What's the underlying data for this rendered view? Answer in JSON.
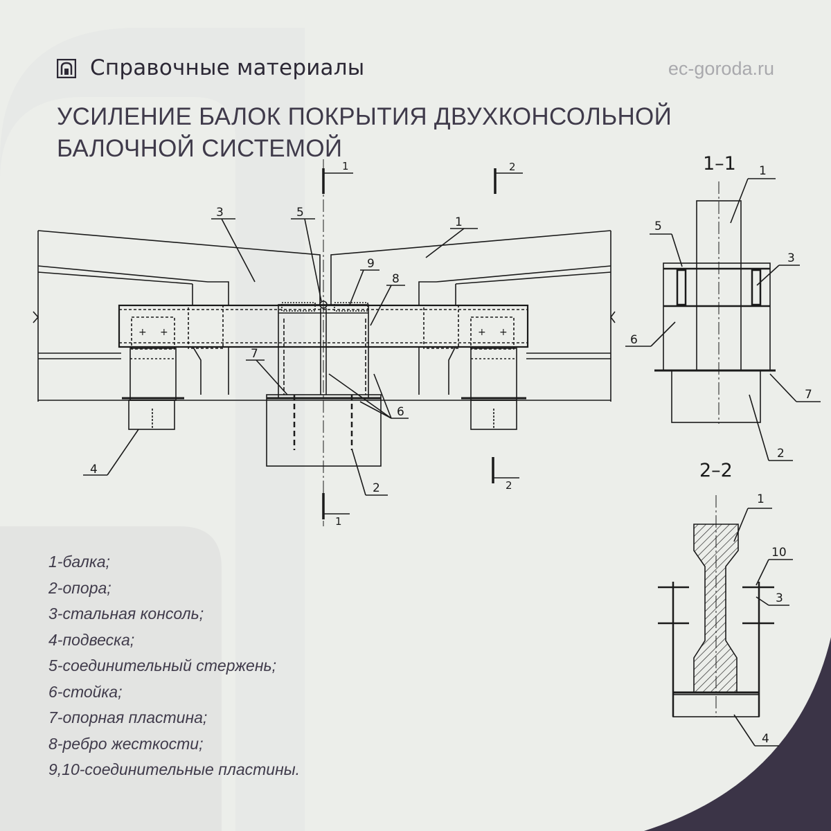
{
  "header": {
    "title": "Справочные материалы",
    "site": "ec-goroda.ru"
  },
  "main_title": "УСИЛЕНИЕ БАЛОК ПОКРЫТИЯ ДВУХКОНСОЛЬНОЙ БАЛОЧНОЙ СИСТЕМОЙ",
  "section_labels": {
    "section_1": "1–1",
    "section_2": "2–2"
  },
  "legend": [
    "1-балка;",
    "2-опора;",
    "3-стальная консоль;",
    "4-подвеска;",
    "5-соединительный стержень;",
    "6-стойка;",
    "7-опорная пластина;",
    "8-ребро жесткости;",
    "9,10-соединительные пластины."
  ],
  "colors": {
    "background": "#eceeea",
    "accent_dark": "#3a3445",
    "watermark": "#e2e3e1"
  }
}
